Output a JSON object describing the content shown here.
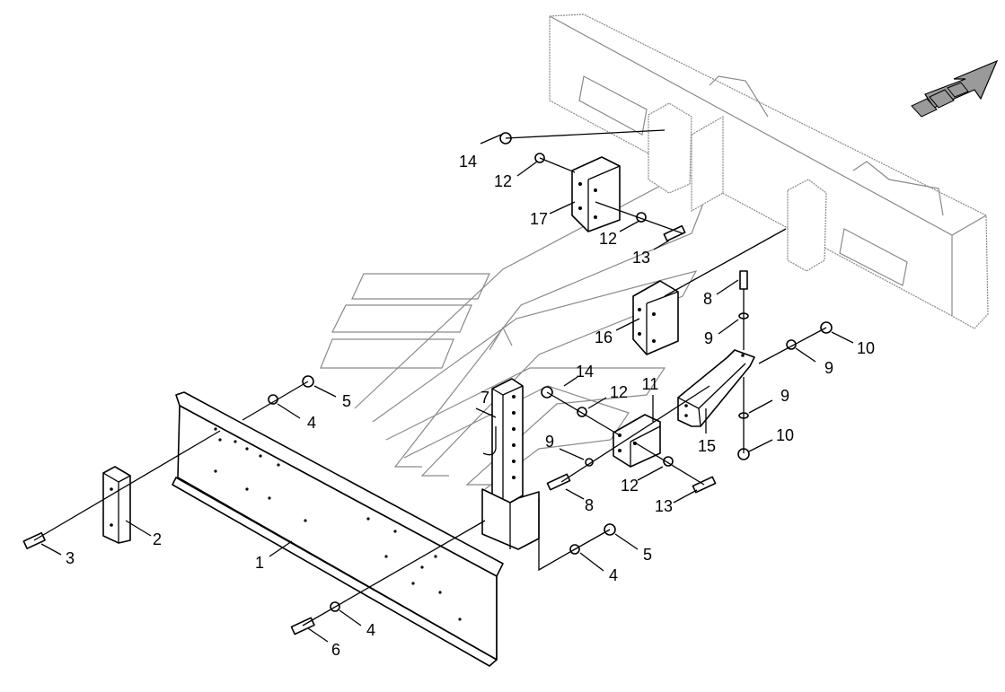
{
  "callouts": [
    "14",
    "12",
    "17",
    "12",
    "13",
    "8",
    "9",
    "16",
    "10",
    "9",
    "14",
    "12",
    "11",
    "7",
    "9",
    "10",
    "15",
    "5",
    "4",
    "9",
    "12",
    "8",
    "13",
    "2",
    "3",
    "1",
    "5",
    "4",
    "4",
    "6"
  ],
  "colors": {
    "line": "#000000",
    "ghost": "#8a8a8a",
    "arrow_fill": "#9a9a9a"
  },
  "icons": {
    "direction": "forward-direction-arrow-icon"
  }
}
